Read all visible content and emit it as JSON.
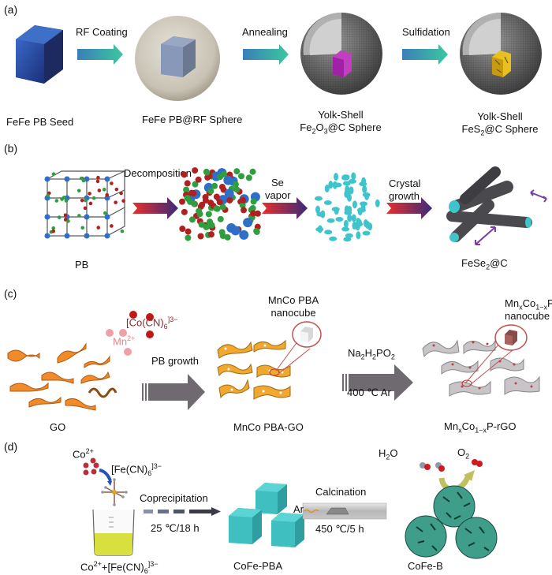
{
  "panels": {
    "a": {
      "letter": "(a)",
      "steps": [
        {
          "label": "FeFe PB Seed"
        },
        {
          "label": "FeFe PB@RF Sphere"
        },
        {
          "label_line1": "Yolk-Shell",
          "label_line2_pre": "Fe",
          "sub1": "2",
          "mid": "O",
          "sub2": "3",
          "post": "@C Sphere"
        },
        {
          "label_line1": "Yolk-Shell",
          "label_line2_pre": "FeS",
          "sub1": "2",
          "post": "@C Sphere"
        }
      ],
      "arrows": [
        "RF Coating",
        "Annealing",
        "Sulfidation"
      ],
      "arrow_colors": [
        "#3a7fb8",
        "#3cc7a0"
      ]
    },
    "b": {
      "letter": "(b)",
      "arrows": [
        {
          "line1": "Decomposition"
        },
        {
          "line1": "Se",
          "line2": "vapor"
        },
        {
          "line1": "Crystal",
          "line2": "growth"
        }
      ],
      "labels": {
        "start": "PB",
        "end_pre": "FeSe",
        "end_sub": "2",
        "end_post": "@C"
      },
      "arrow_colors": [
        "#e8302a",
        "#3a2a7a"
      ],
      "atom_colors": {
        "fe": "#2f6fc7",
        "c": "#2e9e3e",
        "n": "#b0201f"
      },
      "nano_color": "#3fc4cc",
      "rod_color": "#4a4a4e",
      "double_arrow_color": "#7a3aa8"
    },
    "c": {
      "letter": "(c)",
      "ions": {
        "co_pre": "[Co(CN)",
        "co_sub": "6",
        "co_sup": "]3−",
        "mn_pre": "Mn",
        "mn_sup": "2+"
      },
      "arrow1": "PB growth",
      "arrow2_pre": "Na",
      "arrow2_sub1": "2",
      "arrow2_mid": "H",
      "arrow2_sub2": "2",
      "arrow2_post": "PO",
      "arrow2_sub3": "2",
      "arrow2_below": "400 ℃ Ar",
      "inset1_line1": "MnCo PBA",
      "inset1_line2": "nanocube",
      "inset2_pre": "Mn",
      "inset2_sub1": "x",
      "inset2_mid": "Co",
      "inset2_sub2": "1−x",
      "inset2_post": "P",
      "inset2_line2": "nanocube",
      "labels": {
        "go": "GO",
        "mnco": "MnCo PBA-GO",
        "final_pre": "Mn",
        "final_sub1": "x",
        "final_mid": "Co",
        "final_sub2": "1−x",
        "final_post": "P-rGO"
      },
      "sheet_color": "#f08a2a",
      "pba_color": "#f0a830",
      "rgo_color": "#c8c4c8",
      "arrow_color": "#6e6a70"
    },
    "d": {
      "letter": "(d)",
      "ions": {
        "co": "Co",
        "co_sup": "2+",
        "fe_pre": "[Fe(CN)",
        "fe_sub": "6",
        "fe_sup": "]3−"
      },
      "arrow1_above": "Coprecipitation",
      "arrow1_below": "25 ℃/18 h",
      "arrow2_above": "Calcination",
      "arrow2_below": "450 ℃/5 h",
      "tube_gas": "Ar",
      "product_top_left_pre": "H",
      "product_top_left_sub": "2",
      "product_top_left_post": "O",
      "product_top_right_pre": "O",
      "product_top_right_sub": "2",
      "labels": {
        "beaker_pre": "Co",
        "beaker_sup": "2+",
        "beaker_mid": "+[Fe(CN)",
        "beaker_sub": "6",
        "beaker_sup2": "]3−",
        "pba": "CoFe-PBA",
        "final": "CoFe-B"
      },
      "cube_color": "#3fbfbf",
      "solution_color": "#d8e040",
      "cofeb_color": "#3e9e8a"
    }
  }
}
